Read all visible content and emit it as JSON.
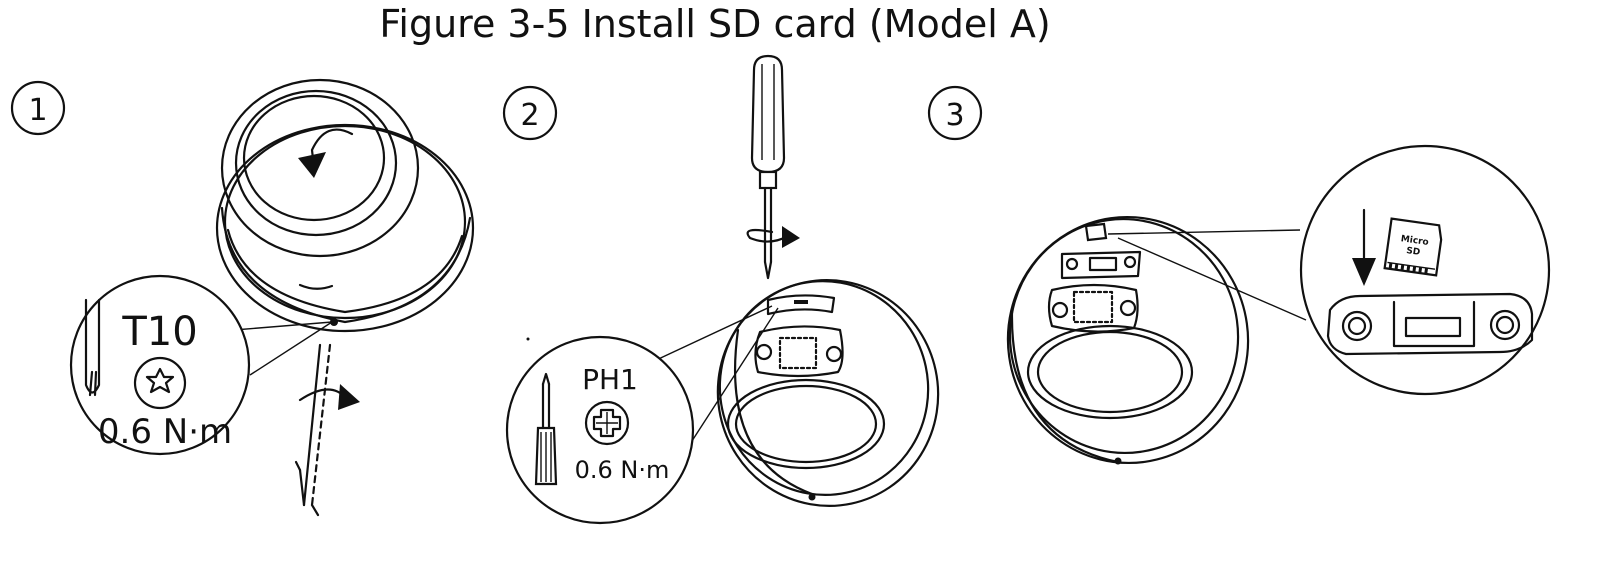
{
  "figure": {
    "title": "Figure 3-5 Install SD card (Model A)"
  },
  "steps": [
    {
      "number": "1",
      "bit_label": "T10",
      "torque": "0.6 N·m",
      "bit_icon": "torx-icon"
    },
    {
      "number": "2",
      "bit_label": "PH1",
      "torque": "0.6 N·m",
      "bit_icon": "phillips-icon"
    },
    {
      "number": "3",
      "card_label_line1": "Micro",
      "card_label_line2": "SD"
    }
  ]
}
